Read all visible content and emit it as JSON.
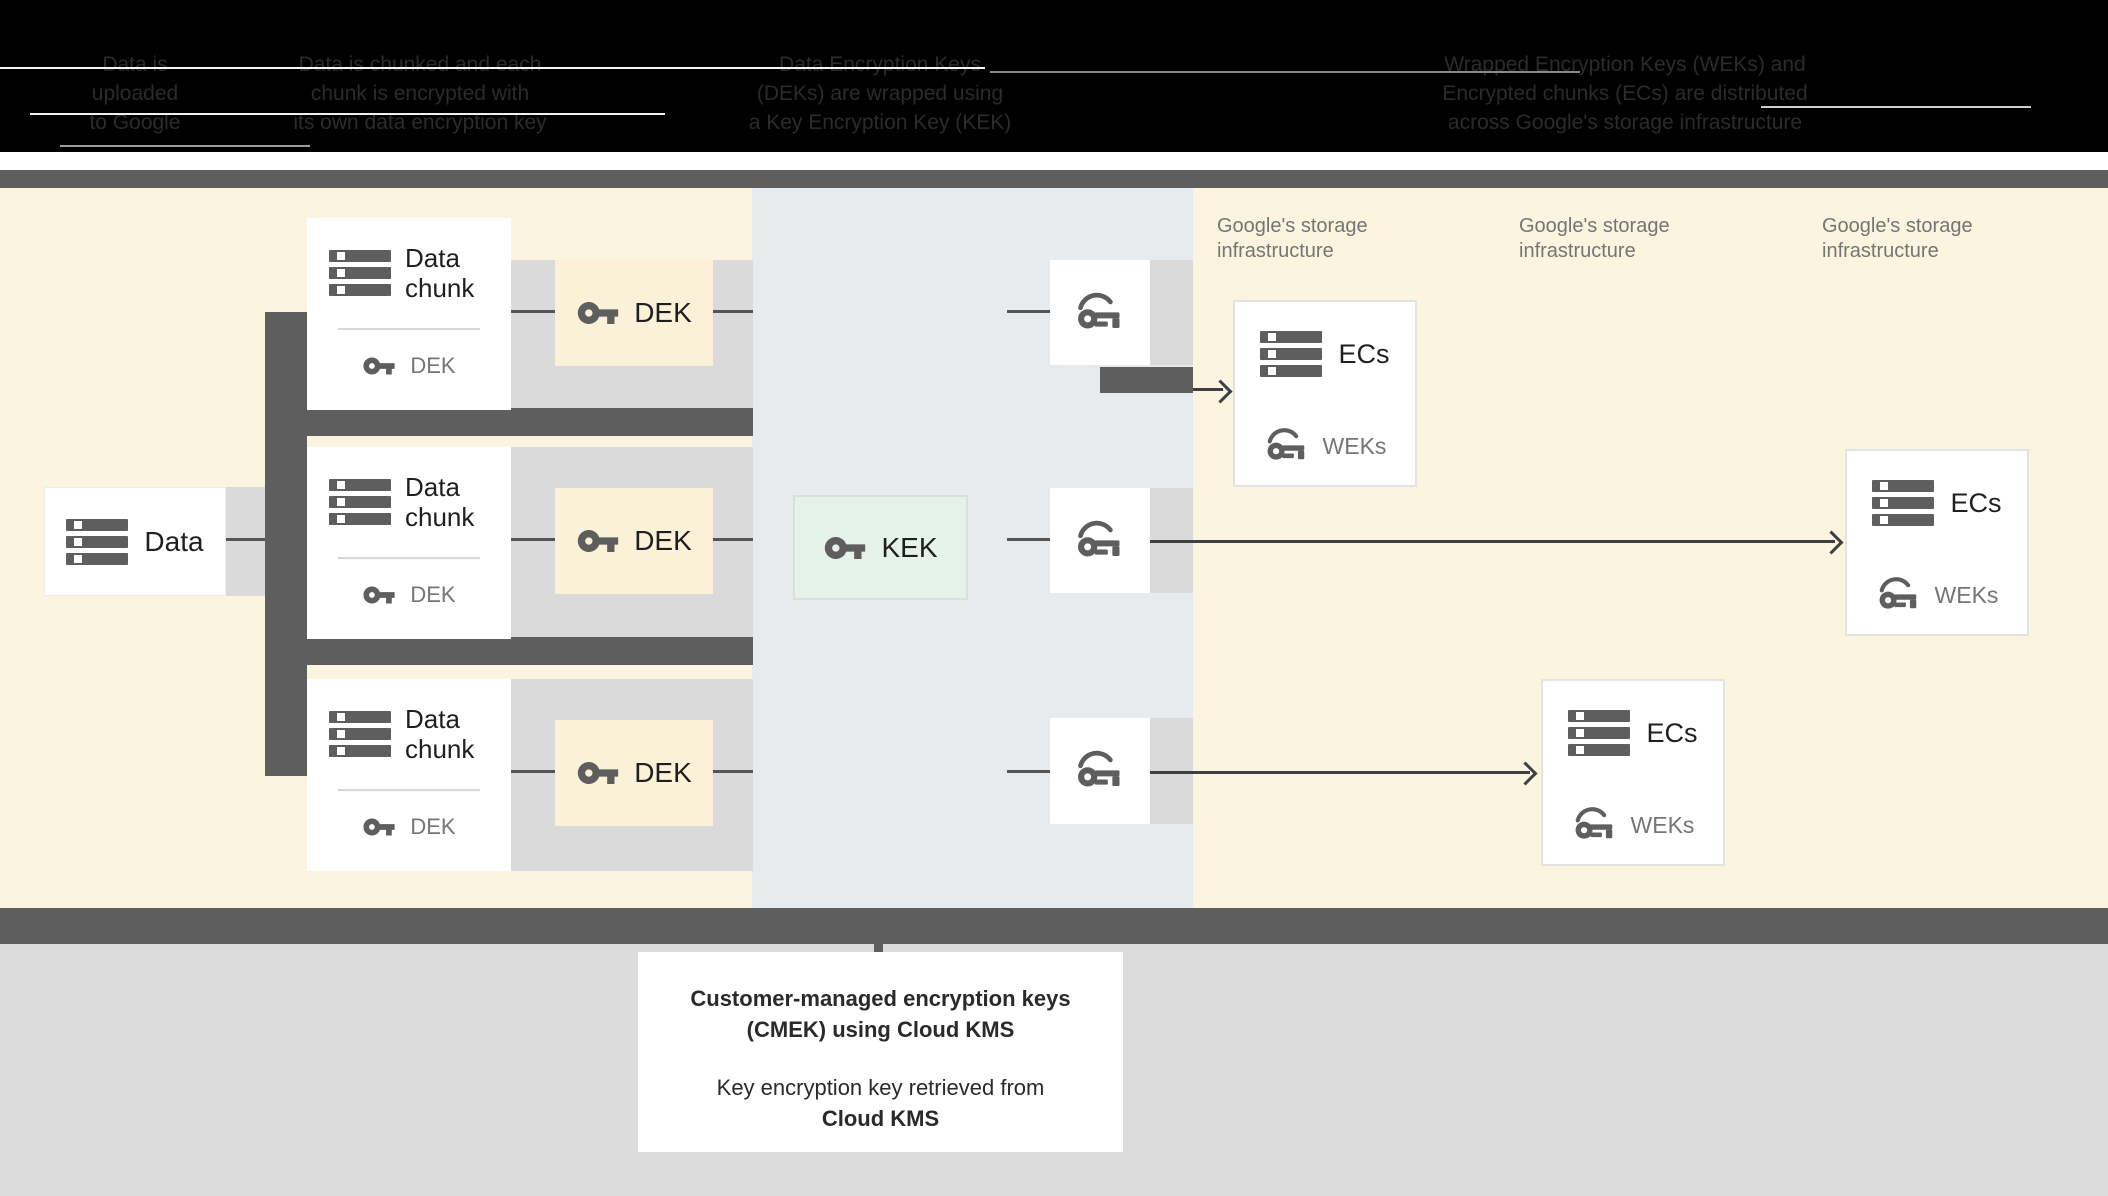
{
  "header": {
    "steps": [
      {
        "lines": [
          "Data is",
          "uploaded",
          "to Google"
        ]
      },
      {
        "lines": [
          "Data is chunked and each",
          "chunk is encrypted with",
          "its own data encryption key"
        ]
      },
      {
        "lines": [
          "Data Encryption Keys",
          "(DEKs) are wrapped using",
          "a Key Encryption Key (KEK)"
        ]
      },
      {
        "lines": [
          "Wrapped Encryption Keys (WEKs) and",
          "Encrypted chunks (ECs) are distributed",
          "across Google's storage infrastructure"
        ]
      }
    ]
  },
  "diagram": {
    "data_box": {
      "label": "Data"
    },
    "chunk_box": {
      "title": "Data chunk",
      "key_label": "DEK"
    },
    "dek_box": {
      "label": "DEK"
    },
    "kek_box": {
      "label": "KEK"
    },
    "ecs_box": {
      "title": "ECs",
      "key_label": "WEKs"
    },
    "storage_label": "Google's storage infrastructure"
  },
  "bottom_card": {
    "line1": "Customer-managed encryption keys",
    "line2": "(CMEK) using Cloud KMS",
    "line3": "Key encryption key retrieved from",
    "line4": "Cloud KMS"
  },
  "icons": {
    "stack-icon": "three stacked server bars",
    "key-icon": "key",
    "wrapped-key-icon": "key with arc (wrapped key)"
  },
  "colors": {
    "cream_band": "#FBF4DF",
    "kms_band": "#E8EBEE",
    "dek_fill": "#FAF1D8",
    "kek_fill": "#E4F2EA",
    "connector_gray": "#5E5E5E",
    "shadow_gray": "#DADADA",
    "text_gray": "#757575",
    "bottom_gray": "#DCDCDC"
  }
}
